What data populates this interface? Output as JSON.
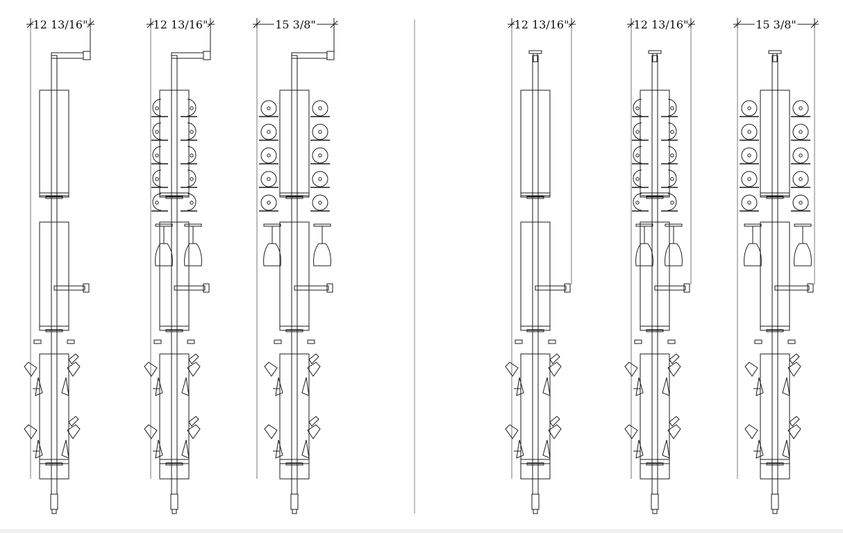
{
  "drawing": {
    "colors": {
      "line": "#1a1a1a",
      "panel": "#ffffff",
      "background": "#ffffff"
    },
    "groups": [
      {
        "name": "left-group",
        "units": [
          {
            "dimension": "12 13/16\"",
            "top": "empty",
            "mount": "bent-arm"
          },
          {
            "dimension": "12 13/16\"",
            "top": "bottles-and-glasses",
            "mount": "bent-arm"
          },
          {
            "dimension": "15 3/8\"",
            "top": "bottles-and-glasses-wide",
            "mount": "bent-arm"
          }
        ]
      },
      {
        "name": "right-group",
        "units": [
          {
            "dimension": "12 13/16\"",
            "top": "empty",
            "mount": "ceiling-flange"
          },
          {
            "dimension": "12 13/16\"",
            "top": "bottles-and-glasses",
            "mount": "ceiling-flange"
          },
          {
            "dimension": "15 3/8\"",
            "top": "bottles-and-glasses-wide",
            "mount": "ceiling-flange"
          }
        ]
      }
    ]
  }
}
